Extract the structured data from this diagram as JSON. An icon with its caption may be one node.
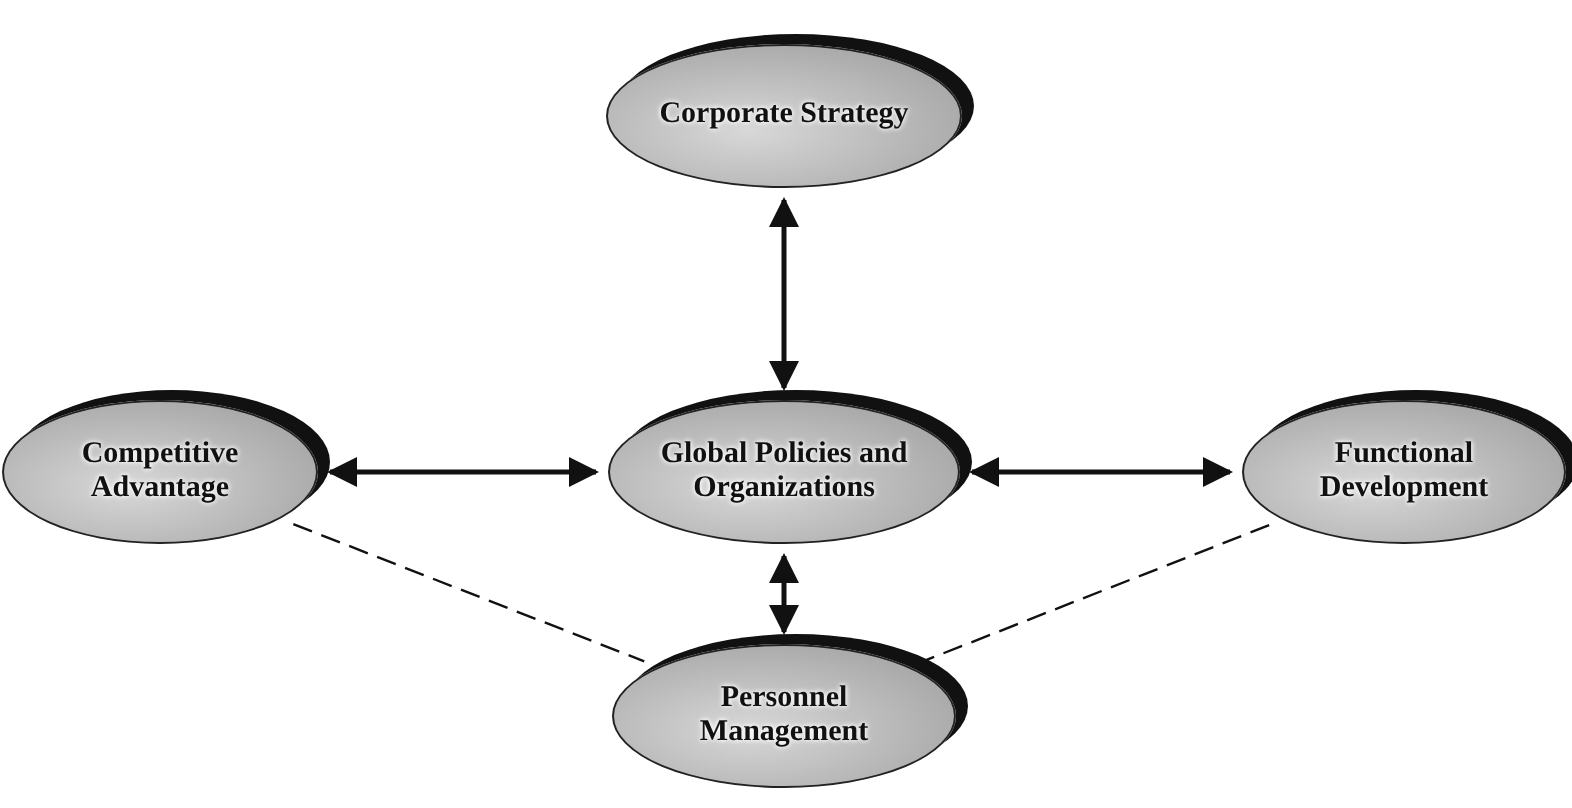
{
  "diagram": {
    "nodes": [
      {
        "text": [
          "Corporate Strategy"
        ]
      },
      {
        "text": [
          "Competitive Advantage"
        ]
      },
      {
        "text": [
          "Global Policies and Organizations"
        ]
      },
      {
        "text": [
          "Functional Development"
        ]
      },
      {
        "text": [
          "Personnel Management"
        ]
      }
    ],
    "edges": [
      {
        "from": 0,
        "to": 2,
        "arrow": "both"
      },
      {
        "from": 1,
        "to": 2,
        "arrow": "both"
      },
      {
        "from": 2,
        "to": 3,
        "arrow": "both"
      },
      {
        "from": 2,
        "to": 4,
        "arrow": "both"
      },
      {
        "from": 1,
        "to": 4,
        "arrow": "none",
        "style": "dashed"
      },
      {
        "from": 3,
        "to": 4,
        "arrow": "none",
        "style": "dashed"
      }
    ]
  }
}
